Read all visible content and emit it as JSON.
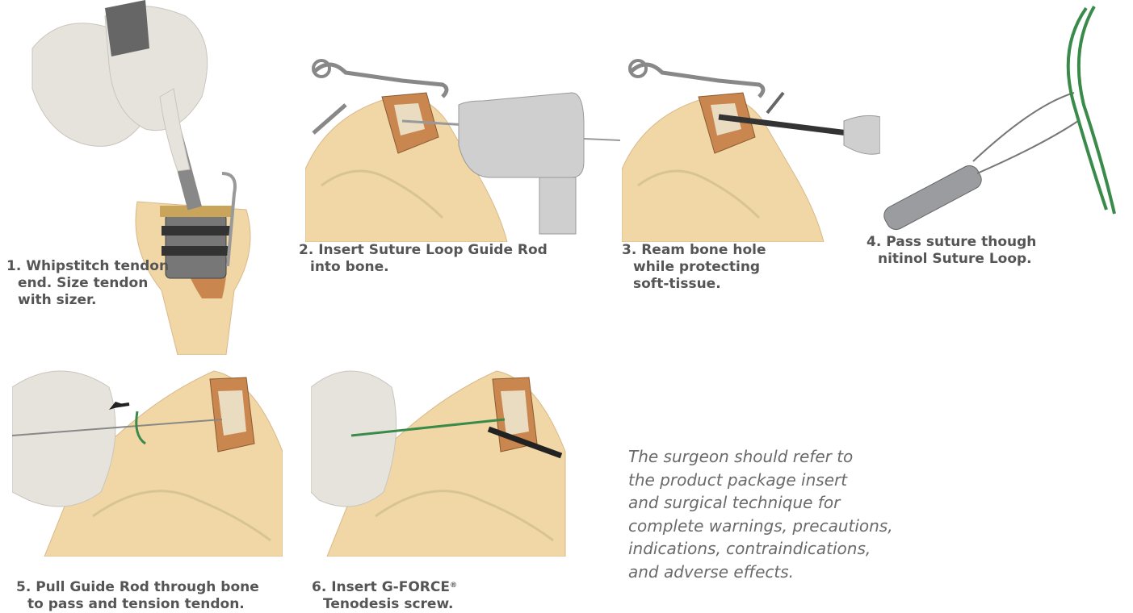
{
  "steps": [
    {
      "number": "1.",
      "lines": [
        "Whipstitch tendon",
        "end. Size tendon",
        "with sizer."
      ]
    },
    {
      "number": "2.",
      "lines": [
        "Insert Suture Loop Guide Rod",
        "into bone."
      ]
    },
    {
      "number": "3.",
      "lines": [
        "Ream bone hole",
        "while protecting",
        "soft-tissue."
      ]
    },
    {
      "number": "4.",
      "lines": [
        "Pass suture though",
        "nitinol Suture Loop."
      ]
    },
    {
      "number": "5.",
      "lines": [
        "Pull Guide Rod through bone",
        "to pass and tension tendon."
      ]
    },
    {
      "number": "6.",
      "lines": [
        "Insert G-FORCE",
        "Tenodesis screw."
      ],
      "trademark": "®"
    }
  ],
  "disclaimer": [
    "The surgeon should refer to",
    "the product package insert",
    "and surgical technique for",
    "complete warnings, precautions,",
    "indications, contraindications,",
    "and adverse effects."
  ],
  "colors": {
    "skin": "#f1d7a6",
    "bone": "#e9dcc0",
    "tissue": "#c9874f",
    "metal": "#9a9c9f",
    "suture": "#3a8a4a",
    "glove": "#e6e3dd"
  }
}
